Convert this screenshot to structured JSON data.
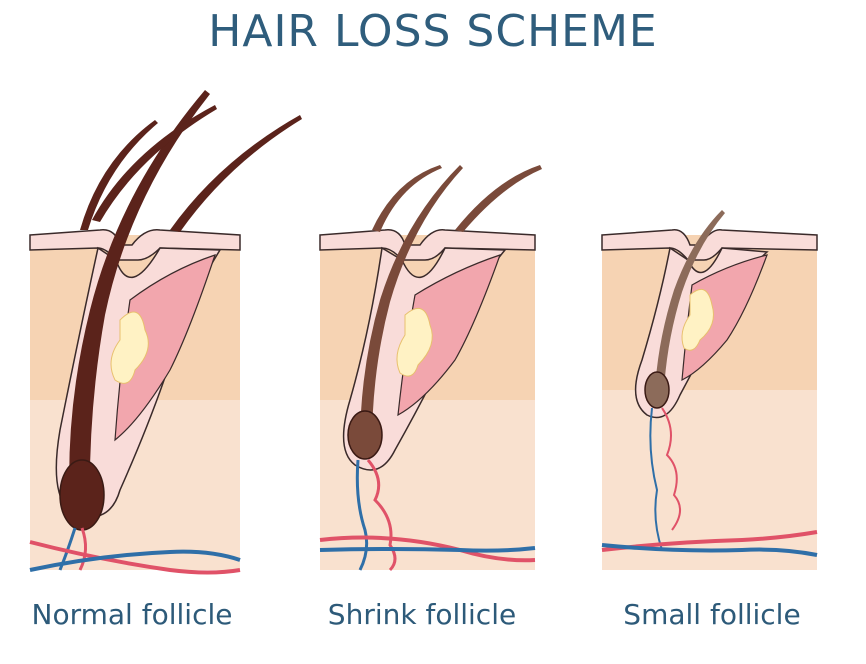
{
  "title": "HAIR LOSS SCHEME",
  "panels": [
    {
      "label": "Normal follicle"
    },
    {
      "label": "Shrink follicle"
    },
    {
      "label": "Small follicle"
    }
  ],
  "colors": {
    "title": "#2f5d7c",
    "skin": "#f6d3b3",
    "dermis": "#fbe7db",
    "epidermis": "#f9dcd9",
    "follicle_pink": "#f2a6ad",
    "sebaceous": "#fff2c4",
    "hair_normal": "#5b231b",
    "hair_shrink": "#7a4a3a",
    "hair_small": "#8c6b5a",
    "artery": "#e05268",
    "vein": "#2f6fa8"
  }
}
